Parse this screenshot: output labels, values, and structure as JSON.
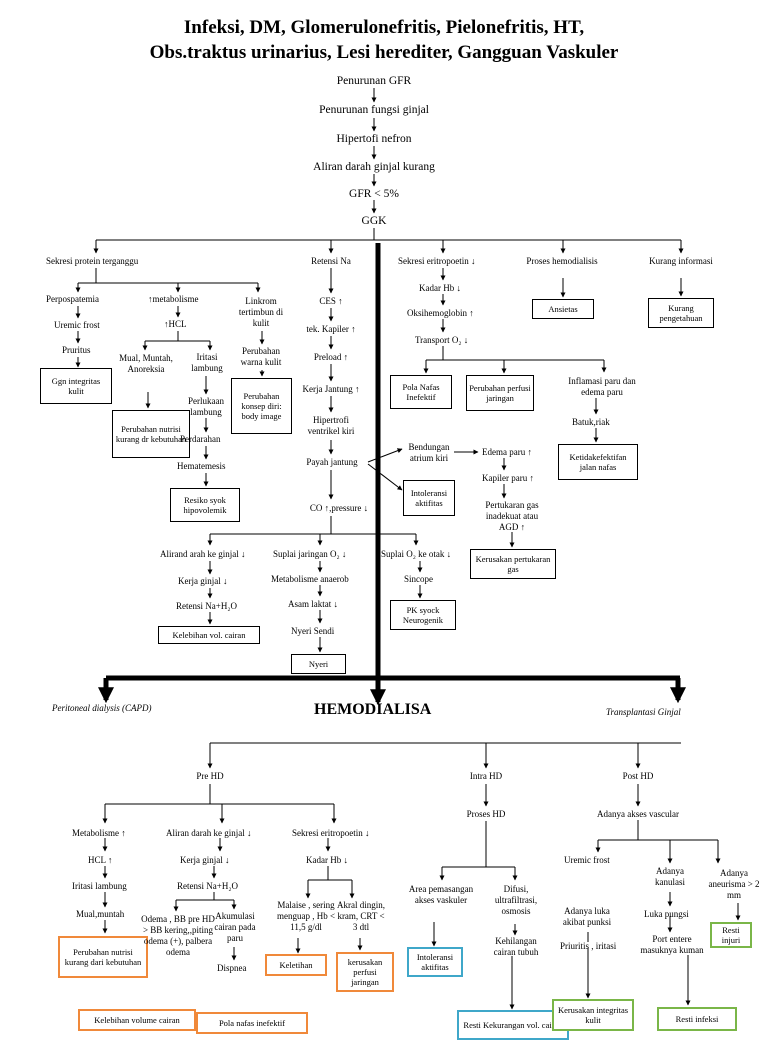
{
  "title": {
    "line1": "Infeksi, DM, Glomerulonefritis, Pielonefritis, HT,",
    "line2": "Obs.traktus urinarius, Lesi herediter, Gangguan Vaskuler"
  },
  "top_chain": [
    "Penurunan GFR",
    "Penurunan fungsi ginjal",
    "Hipertofi nefron",
    "Aliran darah ginjal kurang",
    "GFR < 5%",
    "GGK"
  ],
  "upper": {
    "sekresi_protein": "Sekresi protein terganggu",
    "perpospatemia": "Perpospatemia",
    "uremic_frost": "Uremic frost",
    "pruritus": "Pruritus",
    "ggn_integritas": "Ggn integritas kulit",
    "metabolisme": "↑metabolisme",
    "hcl": "↑HCL",
    "mual": "Mual, Muntah, Anoreksia",
    "perubahan_nutrisi": "Perubahan nutrisi kurang dr kebutuhan",
    "iritasi": "Iritasi lambung",
    "perlukaan": "Perlukaan lambung",
    "perdarahan": "Perdarahan",
    "hematemesis": "Hematemesis",
    "resiko_syok": "Resiko syok hipovolemik",
    "linkrom": "Linkrom tertimbun di kulit",
    "perubahan_warna": "Perubahan warna kulit",
    "perubahan_konsep": "Perubahan konsep diri: body image",
    "retensi_na": "Retensi Na",
    "ces": "CES ↑",
    "tek_kapiler": "tek. Kapiler ↑",
    "preload": "Preload ↑",
    "kerja_jantung": "Kerja Jantung ↑",
    "hipertrofi": "Hipertrofi ventrikel kiri",
    "payah_jantung": "Payah jantung",
    "co": "CO ↑,pressure ↓",
    "bendungan": "Bendungan atrium kiri",
    "intoleransi_top": "Intoleransi aktifitas",
    "edema_paru": "Edema paru ↑",
    "kapiler_paru": "Kapiler paru ↑",
    "pertukaran_gas": "Pertukaran gas inadekuat atau AGD ↑",
    "kerusakan_gas": "Kerusakan pertukaran gas",
    "sekresi_eritropoetin": "Sekresi eritropoetin ↓",
    "kadar_hb": "Kadar Hb ↓",
    "oksihemoglobin": "Oksihemoglobin ↑",
    "transport_o2": "Transport O₂ ↓",
    "pola_nafas": "Pola Nafas Inefektif",
    "perubahan_perfusi": "Perubahan perfusi jaringan",
    "inflamasi": "Inflamasi paru dan edema paru",
    "batuk": "Batuk,riak",
    "ketidakefektifan": "Ketidakefektifan jalan nafas",
    "proses_hd": "Proses hemodialisis",
    "ansietas": "Ansietas",
    "kurang_informasi": "Kurang informasi",
    "kurang_pengetahuan": "Kurang pengetahuan",
    "aliran_darah": "Alirand arah ke ginjal ↓",
    "kerja_ginjal": "Kerja ginjal ↓",
    "retensi_nah2o": "Retensi Na+H₂O",
    "kelebihan_vol": "Kelebihan vol. cairan",
    "suplai_jaringan": "Suplai jaringan O₂ ↓",
    "metabolisme_anaerob": "Metabolisme anaerob",
    "asam_laktat": "Asam laktat ↓",
    "nyeri_sendi": "Nyeri Sendi",
    "nyeri": "Nyeri",
    "suplai_otak": "Suplai O₂ ke otak ↓",
    "sincope": "Sincope",
    "pk_syock": "PK syock Neurogenik"
  },
  "treatments": {
    "left": "Peritoneal dialysis (CAPD)",
    "center": "HEMODIALISA",
    "right": "Transplantasi Ginjal"
  },
  "lower": {
    "pre_hd": "Pre HD",
    "intra_hd": "Intra HD",
    "post_hd": "Post HD",
    "metabolisme": "Metabolisme ↑",
    "hcl": "HCL ↑",
    "iritasi": "Iritasi lambung",
    "mual": "Mual,muntah",
    "perubahan_nutrisi": "Perubahan nutrisi kurang dari kebutuhan",
    "aliran_darah": "Aliran darah ke ginjal ↓",
    "kerja_ginjal": "Kerja ginjal ↓",
    "retensi": "Retensi Na+H₂O",
    "odema": "Odema , BB pre HD > BB kering,,piting odema (+), palbera odema",
    "akumulasi": "Akumulasi cairan pada paru",
    "dispnea": "Dispnea",
    "kelebihan": "Kelebihan volume cairan",
    "pola_nafas": "Pola nafas inefektif",
    "sekresi": "Sekresi eritropoetin ↓",
    "kadar_hb": "Kadar Hb ↓",
    "malaise": "Malaise , sering menguap , Hb < 11,5 g/dl",
    "akral": "Akral dingin, kram, CRT < 3 dtl",
    "keletihan": "Keletihan",
    "kerusakan_perfusi": "kerusakan perfusi jaringan",
    "proses_hd": "Proses HD",
    "area": "Area pemasangan akses vaskuler",
    "difusi": "Difusi, ultrafiltrasi, osmosis",
    "kehilangan": "Kehilangan cairan tubuh",
    "intoleransi": "Intoleransi aktifitas",
    "resti_kekurangan": "Resti Kekurangan vol. cairan",
    "adanya_akses": "Adanya akses vascular",
    "uremic_frost": "Uremic frost",
    "adanya_luka": "Adanya luka akibat punksi",
    "pruritis": "Priuritis , iritasi",
    "kerusakan_integritas": "Kerusakan integritas kulit",
    "adanya_kanulasi": "Adanya kanulasi",
    "luka_pungsi": "Luka pungsi",
    "port_entre": "Port entere masuknya kuman",
    "resti_infeksi": "Resti infeksi",
    "adanya_aneurisma": "Adanya aneurisma > 2 mm",
    "resti_injuri": "Resti injuri"
  }
}
